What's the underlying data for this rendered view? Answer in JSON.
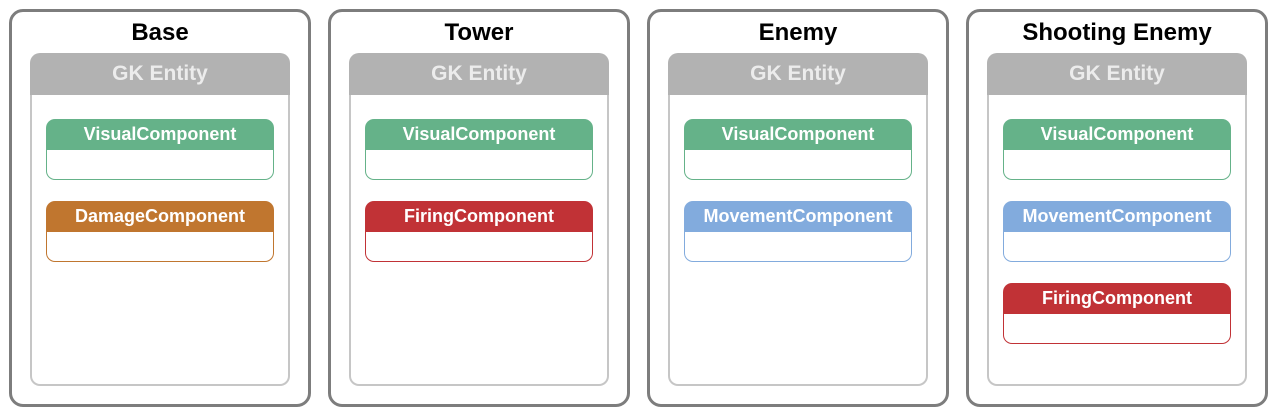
{
  "diagram": {
    "entity_header_label": "GK Entity",
    "colors": {
      "green": "#65b289",
      "orange": "#c0762f",
      "red": "#c13236",
      "blue": "#82abdd",
      "entity_bar": "#b2b2b2",
      "entity_bar_text": "#ececec",
      "entity_border": "#c6c6c6",
      "card_border": "#7d7d7d"
    },
    "cards": [
      {
        "title": "Base",
        "components": [
          {
            "label": "VisualComponent",
            "color": "green"
          },
          {
            "label": "DamageComponent",
            "color": "orange"
          }
        ]
      },
      {
        "title": "Tower",
        "components": [
          {
            "label": "VisualComponent",
            "color": "green"
          },
          {
            "label": "FiringComponent",
            "color": "red"
          }
        ]
      },
      {
        "title": "Enemy",
        "components": [
          {
            "label": "VisualComponent",
            "color": "green"
          },
          {
            "label": "MovementComponent",
            "color": "blue"
          }
        ]
      },
      {
        "title": "Shooting Enemy",
        "components": [
          {
            "label": "VisualComponent",
            "color": "green"
          },
          {
            "label": "MovementComponent",
            "color": "blue"
          },
          {
            "label": "FiringComponent",
            "color": "red"
          }
        ]
      }
    ]
  }
}
